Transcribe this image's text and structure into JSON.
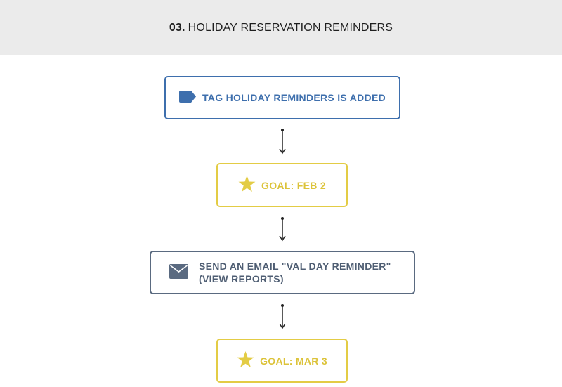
{
  "header": {
    "number": "03.",
    "title": "HOLIDAY RESERVATION REMINDERS"
  },
  "flow": {
    "trigger": {
      "label": "TAG HOLIDAY REMINDERS IS ADDED",
      "icon": "tag-icon",
      "color": "#3e6fad"
    },
    "goal_1": {
      "label": "GOAL: FEB 2",
      "icon": "star-icon",
      "color": "#e3cc45"
    },
    "email": {
      "line1": "SEND AN EMAIL \"VAL DAY REMINDER\"",
      "line2": "(VIEW REPORTS)",
      "icon": "mail-icon",
      "color": "#5a6a80"
    },
    "goal_2": {
      "label": "GOAL: MAR 3",
      "icon": "star-icon",
      "color": "#e3cc45"
    }
  }
}
